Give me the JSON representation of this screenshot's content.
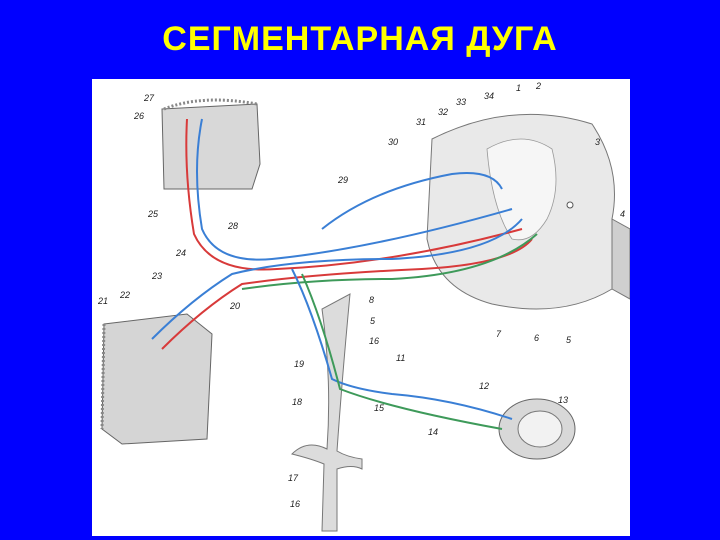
{
  "slide": {
    "title": "СЕГМЕНТАРНАЯ ДУГА"
  },
  "labels": {
    "l1": "1",
    "l2": "2",
    "l3": "3",
    "l4": "4",
    "l5": "5",
    "l6": "6",
    "l7": "7",
    "l8": "8",
    "l11": "11",
    "l12": "12",
    "l13": "13",
    "l14": "14",
    "l15": "15",
    "l16a": "16",
    "l16b": "16",
    "l17": "17",
    "l18": "18",
    "l19": "19",
    "l20": "20",
    "l21": "21",
    "l22": "22",
    "l23": "23",
    "l24": "24",
    "l25": "25",
    "l26": "26",
    "l27": "27",
    "l28": "28",
    "l29": "29",
    "l30": "30",
    "l31": "31",
    "l32": "32",
    "l33": "33",
    "l34": "34"
  },
  "colors": {
    "background": "#0000ff",
    "title": "#ffff00",
    "sensory": "#3a7fd5",
    "motor": "#d83a3a",
    "autonomic": "#3e9a5a"
  }
}
